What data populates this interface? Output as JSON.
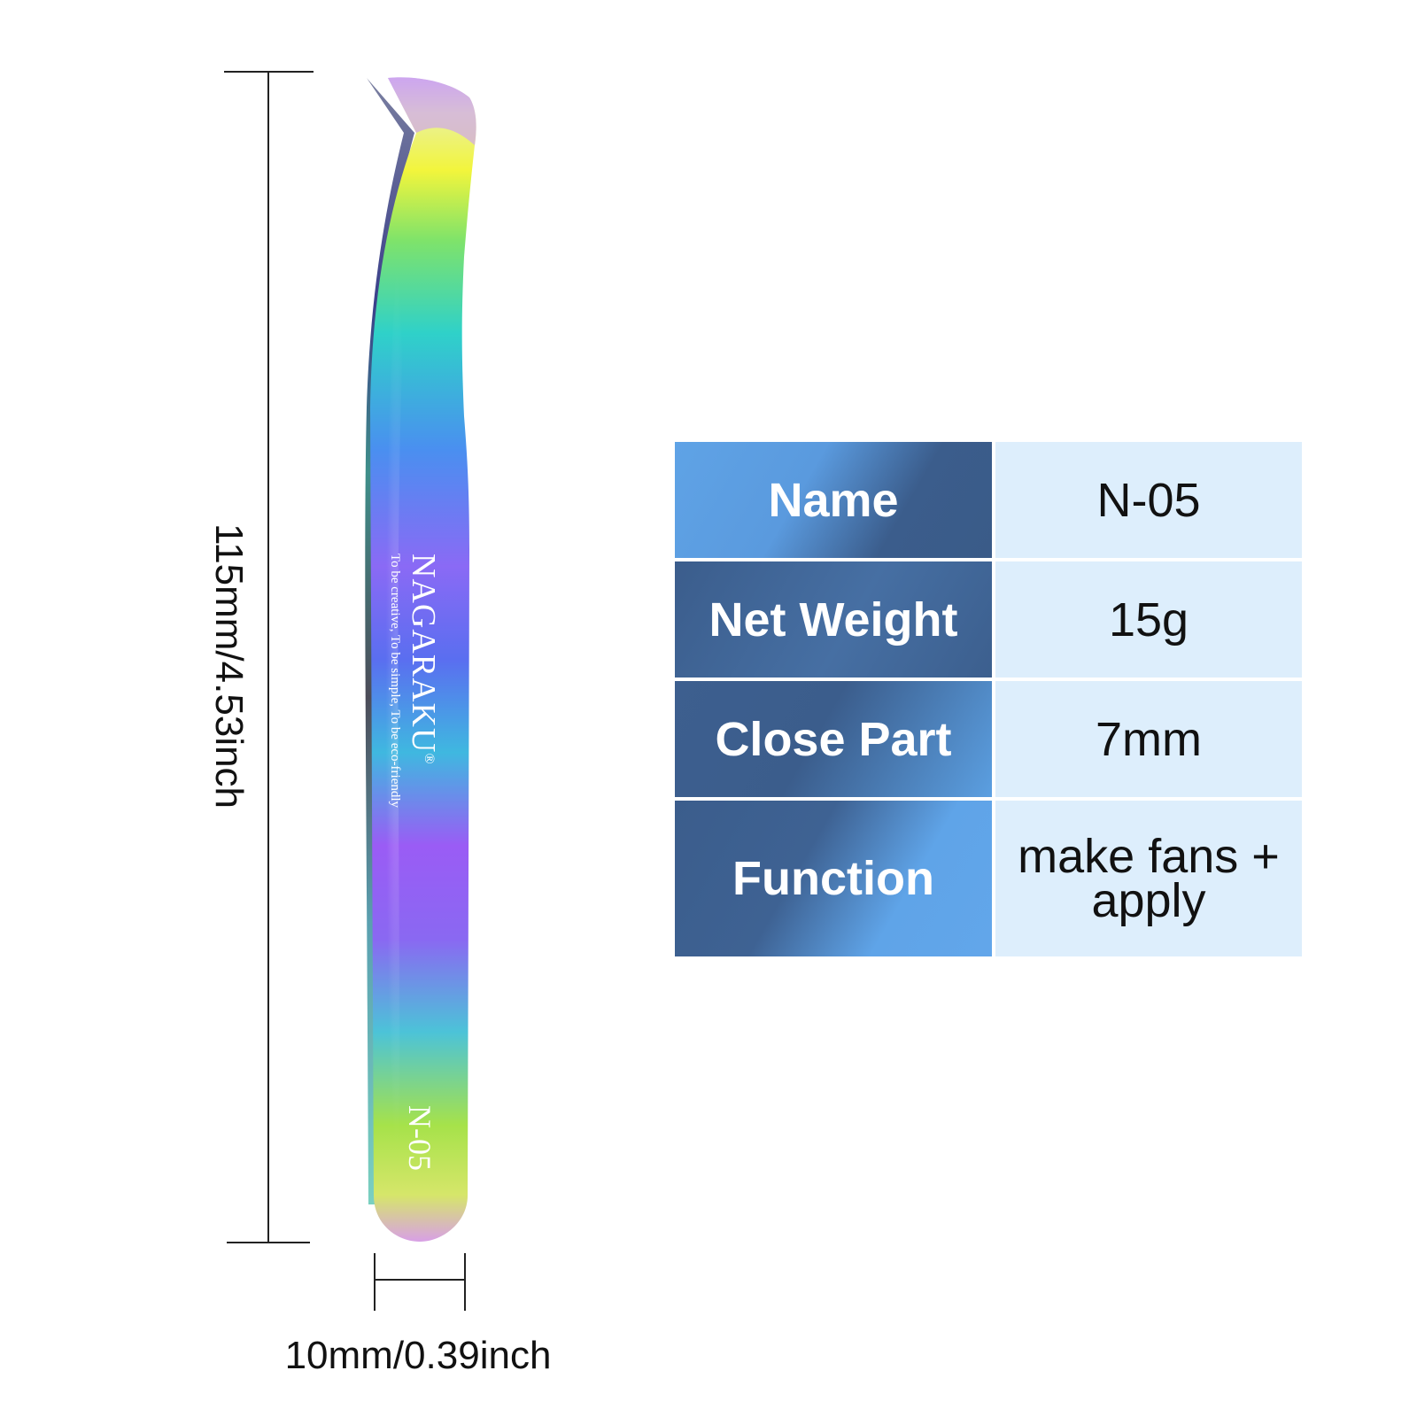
{
  "dimensions": {
    "length_label": "115mm/4.53inch",
    "width_label": "10mm/0.39inch"
  },
  "tweezer": {
    "brand": "NAGARAKU",
    "registered_mark": "®",
    "slogan": "To be creative, To be simple, To be eco-friendly",
    "model": "N-05"
  },
  "specs": [
    {
      "key": "Name",
      "value": "N-05"
    },
    {
      "key": "Net Weight",
      "value": "15g"
    },
    {
      "key": "Close Part",
      "value": "7mm"
    },
    {
      "key": "Function",
      "value": "make fans + apply"
    }
  ],
  "colors": {
    "spec_header_dark": "#3b5d8c",
    "spec_header_light": "#5fa3e6",
    "spec_value_bg": "#ddeefc"
  }
}
